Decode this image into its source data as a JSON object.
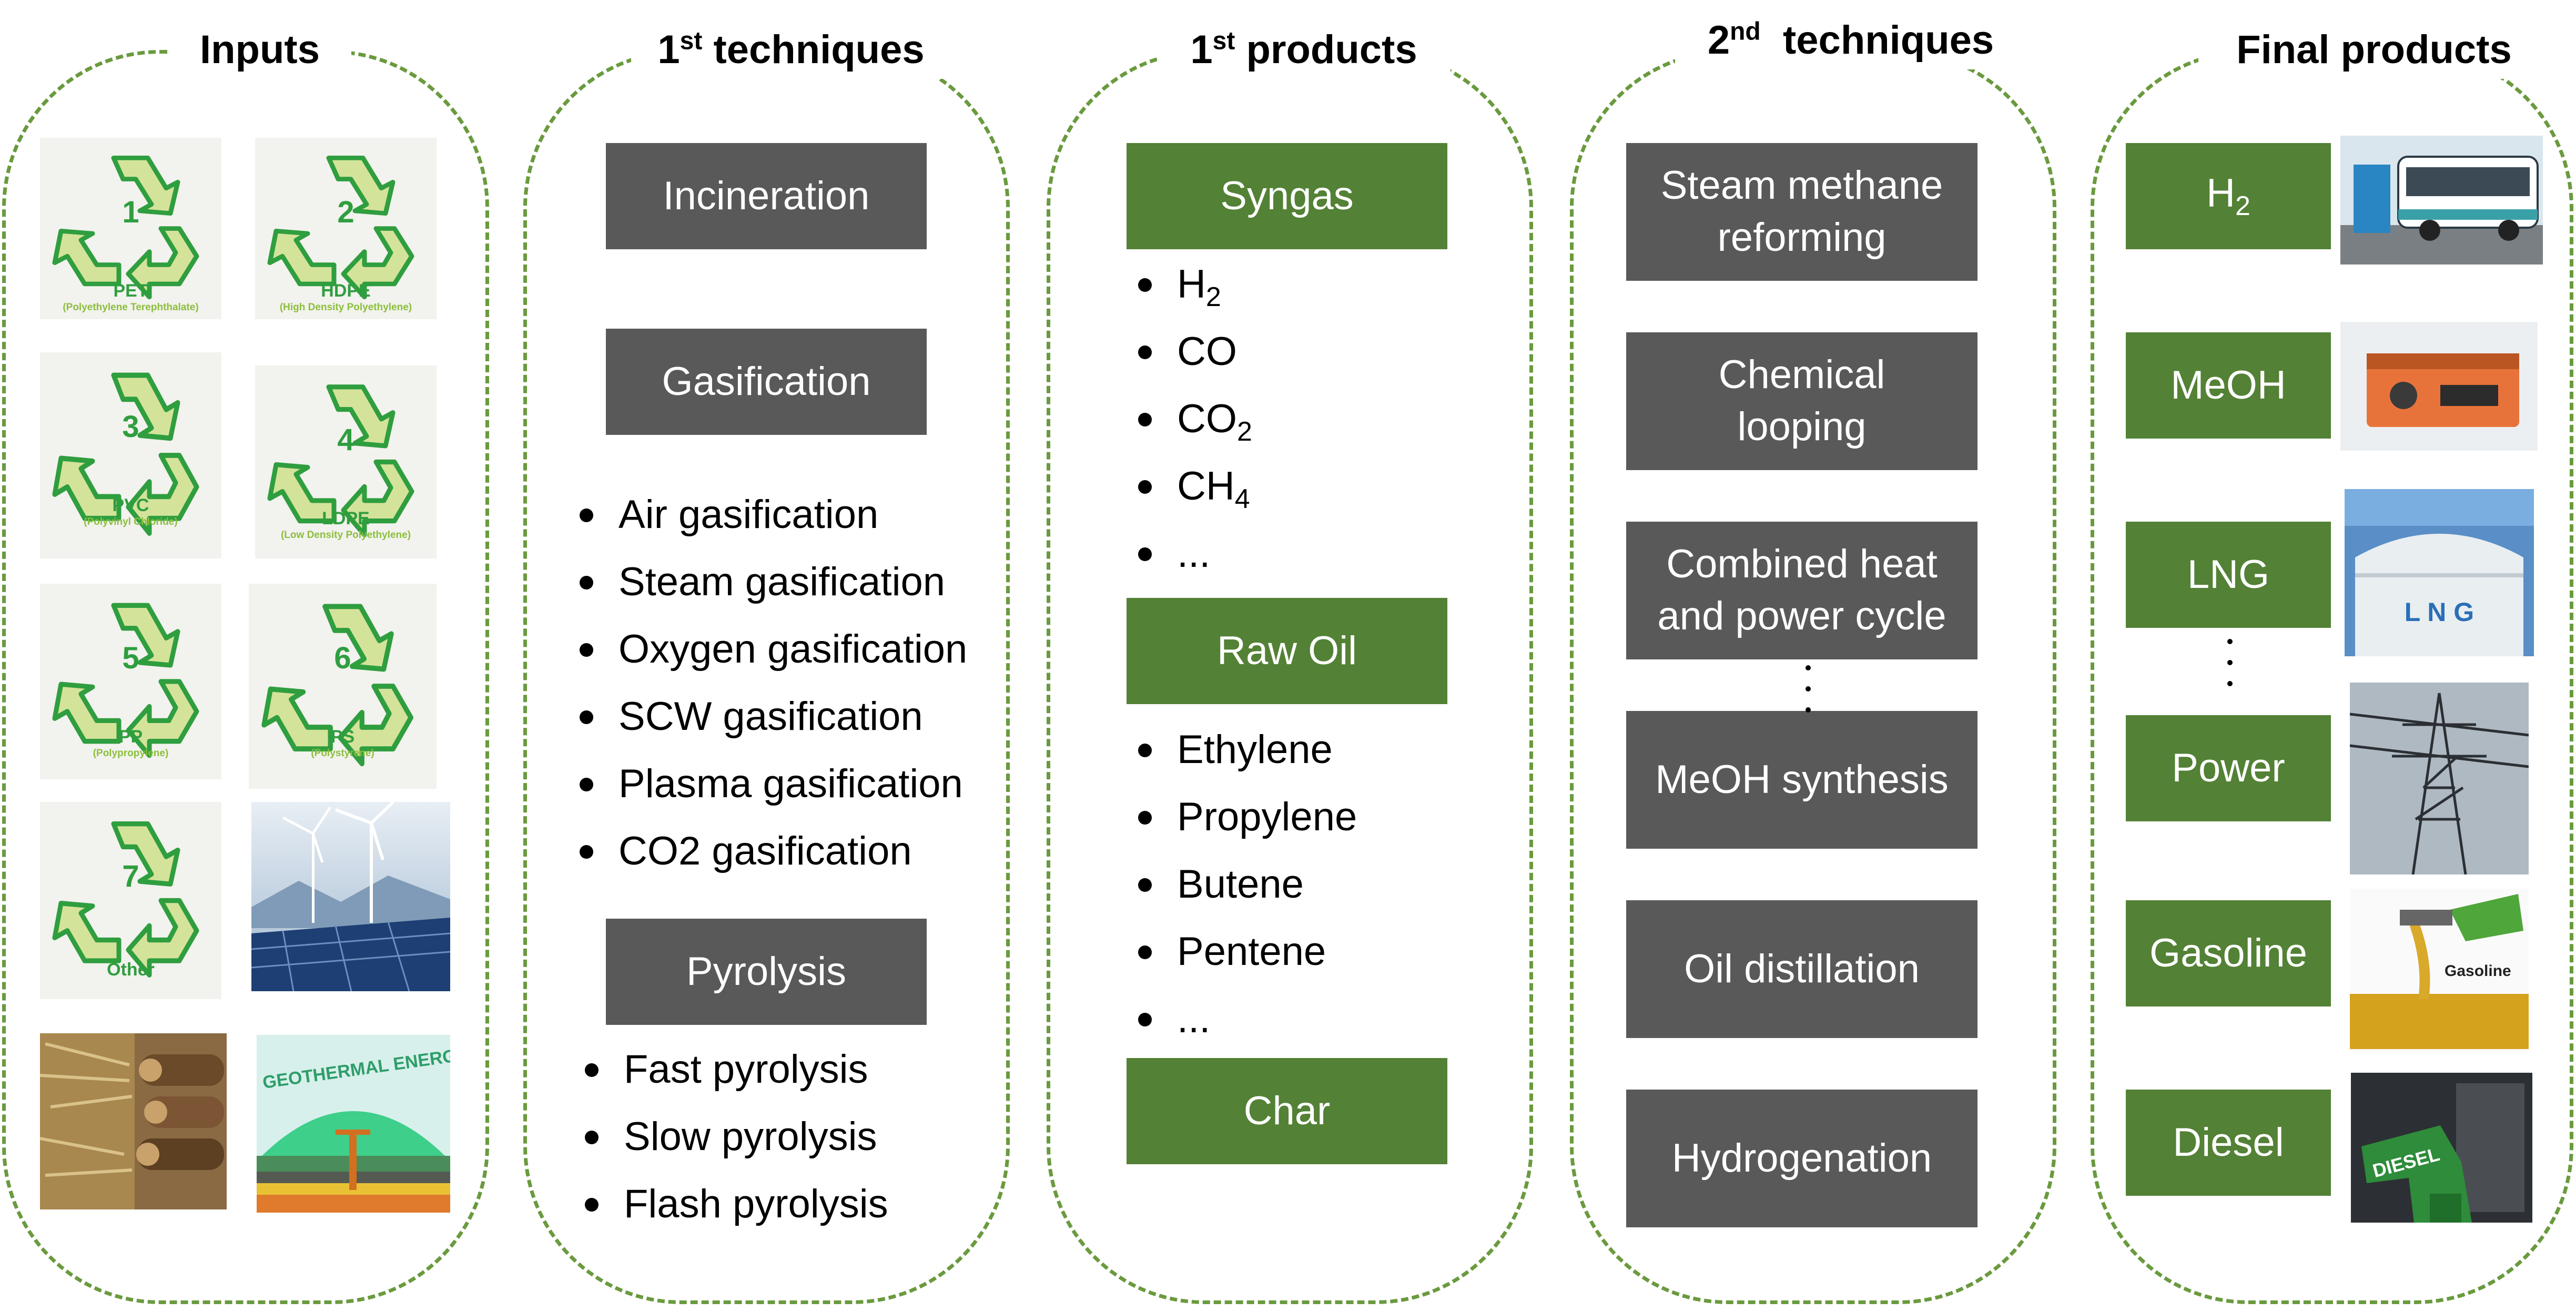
{
  "colors": {
    "dashed_border": "#6a9a3e",
    "dark_box": "#595959",
    "green_box": "#538135",
    "recycle_green": "#2f9e3f",
    "recycle_fill": "#d4e39a"
  },
  "columns": {
    "inputs": {
      "title": "Inputs",
      "plastics": [
        {
          "number": "1",
          "code": "PET",
          "name": "(Polyethylene Terephthalate)"
        },
        {
          "number": "2",
          "code": "HDPE",
          "name": "(High Density Polyethylene)"
        },
        {
          "number": "3",
          "code": "PVC",
          "name": "(Polyvinyl Chloride)"
        },
        {
          "number": "4",
          "code": "LDPE",
          "name": "(Low Density Polyethylene)"
        },
        {
          "number": "5",
          "code": "PP",
          "name": "(Polypropylene)"
        },
        {
          "number": "6",
          "code": "PS",
          "name": "(Polystyrene)"
        },
        {
          "number": "7",
          "code": "Other",
          "name": ""
        }
      ],
      "images": [
        "wind-solar-image",
        "biomass-wood-image",
        "geothermal-image"
      ],
      "geothermal_text": "GEOTHERMAL ENERGY"
    },
    "first_techniques": {
      "title_main": "1",
      "title_sup": "st",
      "title_rest": " techniques",
      "incineration": "Incineration",
      "gasification": "Gasification",
      "gasification_items": [
        "Air gasification",
        "Steam gasification",
        "Oxygen gasification",
        "SCW gasification",
        "Plasma gasification",
        "CO2 gasification"
      ],
      "pyrolysis": "Pyrolysis",
      "pyrolysis_items": [
        "Fast pyrolysis",
        "Slow pyrolysis",
        "Flash pyrolysis"
      ]
    },
    "first_products": {
      "title_main": "1",
      "title_sup": "st",
      "title_rest": " products",
      "syngas": "Syngas",
      "syngas_items": [
        {
          "base": "H",
          "sub": "2"
        },
        {
          "base": "CO",
          "sub": ""
        },
        {
          "base": "CO",
          "sub": "2"
        },
        {
          "base": "CH",
          "sub": "4"
        },
        {
          "base": "...",
          "sub": ""
        }
      ],
      "raw_oil": "Raw Oil",
      "raw_oil_items": [
        "Ethylene",
        "Propylene",
        "Butene",
        "Pentene",
        "..."
      ],
      "char": "Char"
    },
    "second_techniques": {
      "title_main": "2",
      "title_sup": "nd",
      "title_rest": "  techniques",
      "boxes": [
        {
          "line1": "Steam methane",
          "line2": "reforming"
        },
        {
          "line1": "Chemical",
          "line2": "looping"
        },
        {
          "line1": "Combined heat",
          "line2": "and power cycle"
        },
        {
          "line1": "MeOH synthesis",
          "line2": ""
        },
        {
          "line1": "Oil distillation",
          "line2": ""
        },
        {
          "line1": "Hydrogenation",
          "line2": ""
        }
      ]
    },
    "final_products": {
      "title": "Final products",
      "items": [
        {
          "base": "H",
          "sub": "2",
          "image": "hydrogen-bus-image"
        },
        {
          "base": "MeOH",
          "sub": "",
          "image": "fuel-cell-device-image"
        },
        {
          "base": "LNG",
          "sub": "",
          "image": "lng-tank-image"
        },
        {
          "base": "Power",
          "sub": "",
          "image": "power-pylon-image"
        },
        {
          "base": "Gasoline",
          "sub": "",
          "image": "gasoline-pour-image"
        },
        {
          "base": "Diesel",
          "sub": "",
          "image": "diesel-nozzle-image"
        }
      ],
      "lng_tank_text": "L N G",
      "gasoline_photo_text": "Gasoline",
      "diesel_photo_text": "DIESEL"
    }
  }
}
